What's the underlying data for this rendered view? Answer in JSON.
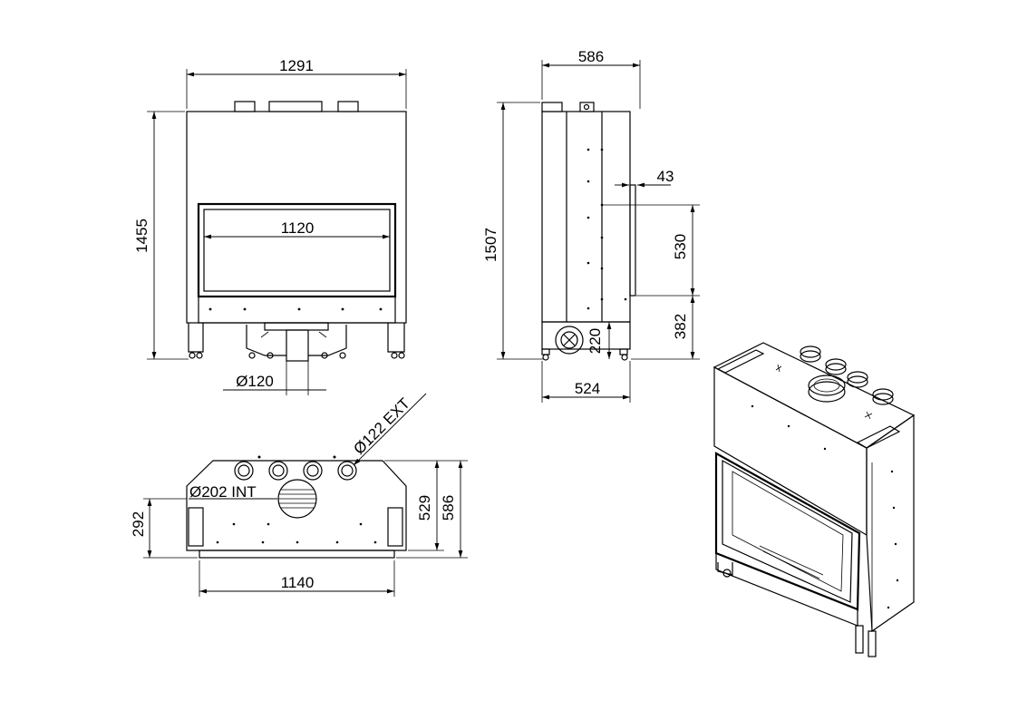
{
  "front_view": {
    "width": "1291",
    "height": "1455",
    "glass_width": "1120",
    "flue_diameter": "Ø120"
  },
  "side_view": {
    "depth": "586",
    "height": "1507",
    "offset": "43",
    "upper_height": "530",
    "lower_height": "382",
    "base_height": "220",
    "base_depth": "524"
  },
  "top_view": {
    "outlet_ext": "Ø122 EXT",
    "flue_int": "Ø202 INT",
    "depth_529": "529",
    "depth_586": "586",
    "front_depth": "292",
    "width": "1140"
  }
}
